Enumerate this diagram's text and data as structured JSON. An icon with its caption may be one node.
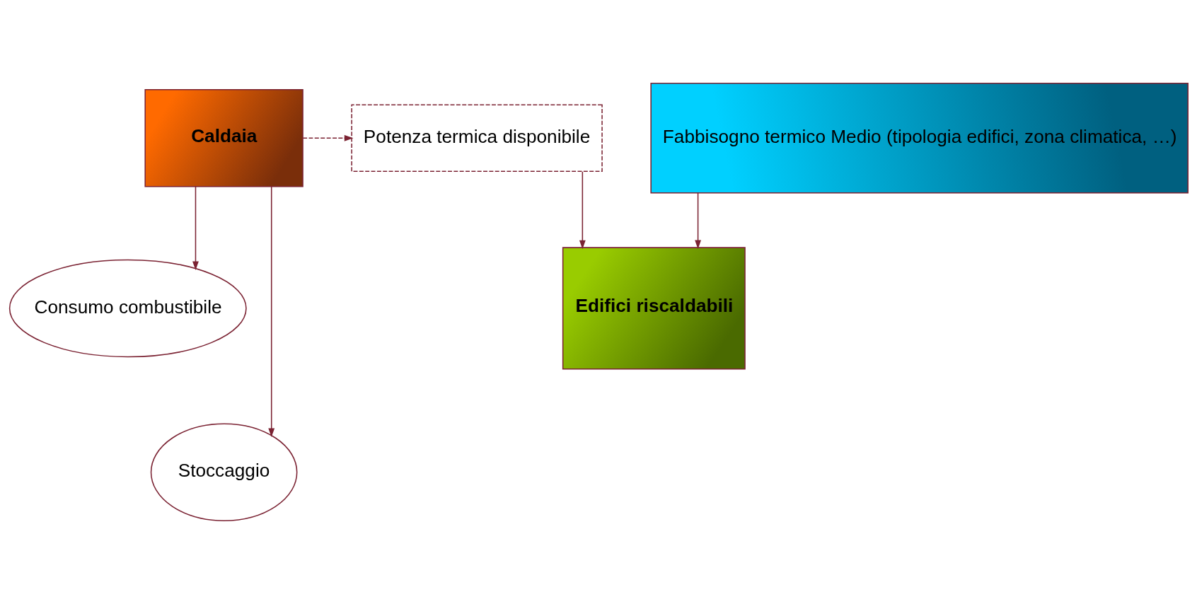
{
  "diagram": {
    "nodes": [
      {
        "text": [
          "Caldaia"
        ]
      },
      {
        "text": [
          "Potenza termica disponibile"
        ]
      },
      {
        "text": [
          "Fabbisogno termico Medio (tipologia edifici, zona climatica, …)"
        ]
      },
      {
        "text": [
          "Consumo combustibile"
        ]
      },
      {
        "text": [
          "Stoccaggio"
        ]
      },
      {
        "text": [
          "Edifici riscaldabili"
        ]
      }
    ],
    "edges": [
      {
        "from": 0,
        "to": 1,
        "arrow": "to",
        "style": "dashed"
      },
      {
        "from": 0,
        "to": 3,
        "arrow": "to"
      },
      {
        "from": 0,
        "to": 4,
        "arrow": "to"
      },
      {
        "from": 1,
        "to": 5,
        "arrow": "to"
      },
      {
        "from": 2,
        "to": 5,
        "arrow": "to"
      }
    ]
  }
}
